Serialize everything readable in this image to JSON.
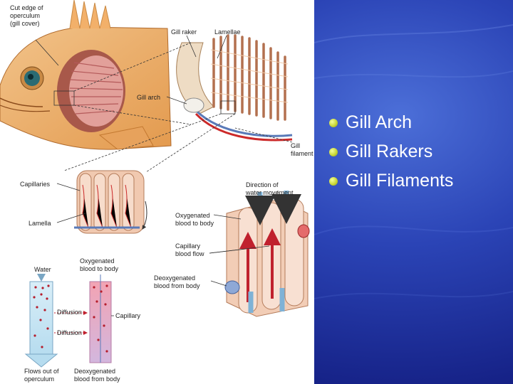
{
  "slide": {
    "bullets": [
      "Gill Arch",
      "Gill Rakers",
      "Gill Filaments"
    ],
    "colors": {
      "background": "#1d2f9a",
      "bullet_dot": "#c9d838",
      "text": "#ffffff",
      "oxygenated": "#cc2a2a",
      "deoxygenated": "#5a7ab8"
    }
  },
  "figure": {
    "labels": {
      "operculum": [
        "Cut edge of",
        "operculum",
        "(gill cover)"
      ],
      "gill_raker": "Gill raker",
      "lamellae": "Lamellae",
      "gill_arch": "Gill arch",
      "gill_filament": [
        "Gill",
        "filament"
      ],
      "capillaries": "Capillaries",
      "lamella": "Lamella",
      "direction_water": [
        "Direction of",
        "water movement"
      ],
      "oxygenated_blood": [
        "Oxygenated",
        "blood to body"
      ],
      "capillary_flow": [
        "Capillary",
        "blood flow"
      ],
      "deoxygenated_blood": [
        "Deoxygenated",
        "blood from body"
      ],
      "water": "Water",
      "oxygenated_top": [
        "Oxygenated",
        "blood to body"
      ],
      "diffusion_1": "Diffusion",
      "diffusion_2": "Diffusion",
      "capillary": "Capillary",
      "flows_out": [
        "Flows out of",
        "operculum"
      ],
      "deoxygenated_bottom": [
        "Deoxygenated",
        "blood from body"
      ]
    }
  }
}
